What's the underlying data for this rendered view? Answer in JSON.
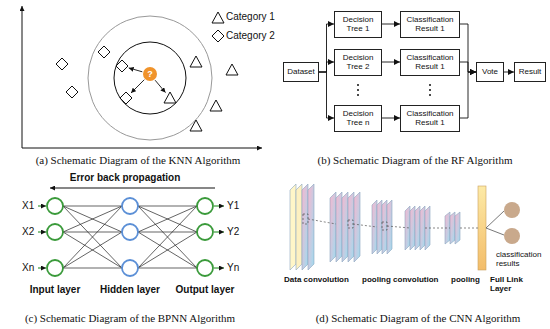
{
  "diagram": {
    "nodes": [
      {
        "text": [
          "Dataset"
        ]
      },
      {
        "text": [
          "Decision Tree 1"
        ]
      },
      {
        "text": [
          "Decision Tree 2"
        ]
      },
      {
        "text": [
          "Decision Tree n"
        ]
      },
      {
        "text": [
          "Classification Result 1"
        ]
      },
      {
        "text": [
          "Classification Result 1"
        ]
      },
      {
        "text": [
          "Classification Result 1"
        ]
      },
      {
        "text": [
          "Vote"
        ]
      },
      {
        "text": [
          "Result"
        ]
      }
    ],
    "edges": [
      {
        "from": 0,
        "to": 1,
        "arrow": "to"
      },
      {
        "from": 0,
        "to": 2,
        "arrow": "to"
      },
      {
        "from": 0,
        "to": 3,
        "arrow": "to"
      },
      {
        "from": 1,
        "to": 4,
        "arrow": "to"
      },
      {
        "from": 2,
        "to": 5,
        "arrow": "to"
      },
      {
        "from": 3,
        "to": 6,
        "arrow": "to"
      },
      {
        "from": 4,
        "to": 7,
        "arrow": "to"
      },
      {
        "from": 5,
        "to": 7,
        "arrow": "to"
      },
      {
        "from": 6,
        "to": 7,
        "arrow": "to"
      },
      {
        "from": 7,
        "to": 8,
        "arrow": "to"
      }
    ],
    "labels": [
      "?",
      "(a) Schematic Diagram of the KNN Algorithm",
      "(b) Schematic Diagram of the RF Algorithm",
      "Error back propagation",
      "X1",
      "X2",
      "Xn",
      "Y1",
      "Y2",
      "Yn",
      "Input layer",
      "Hidden layer",
      "Output layer",
      "(c) Schematic Diagram of the BPNN Algorithm",
      "Data convolution",
      "pooling convolution",
      "pooling",
      "Full Link Layer",
      "classification results",
      "(d) Schematic Diagram of the CNN Algorithm"
    ],
    "legend": [
      {
        "text": "Category 1"
      },
      {
        "text": "Category 2"
      }
    ]
  }
}
